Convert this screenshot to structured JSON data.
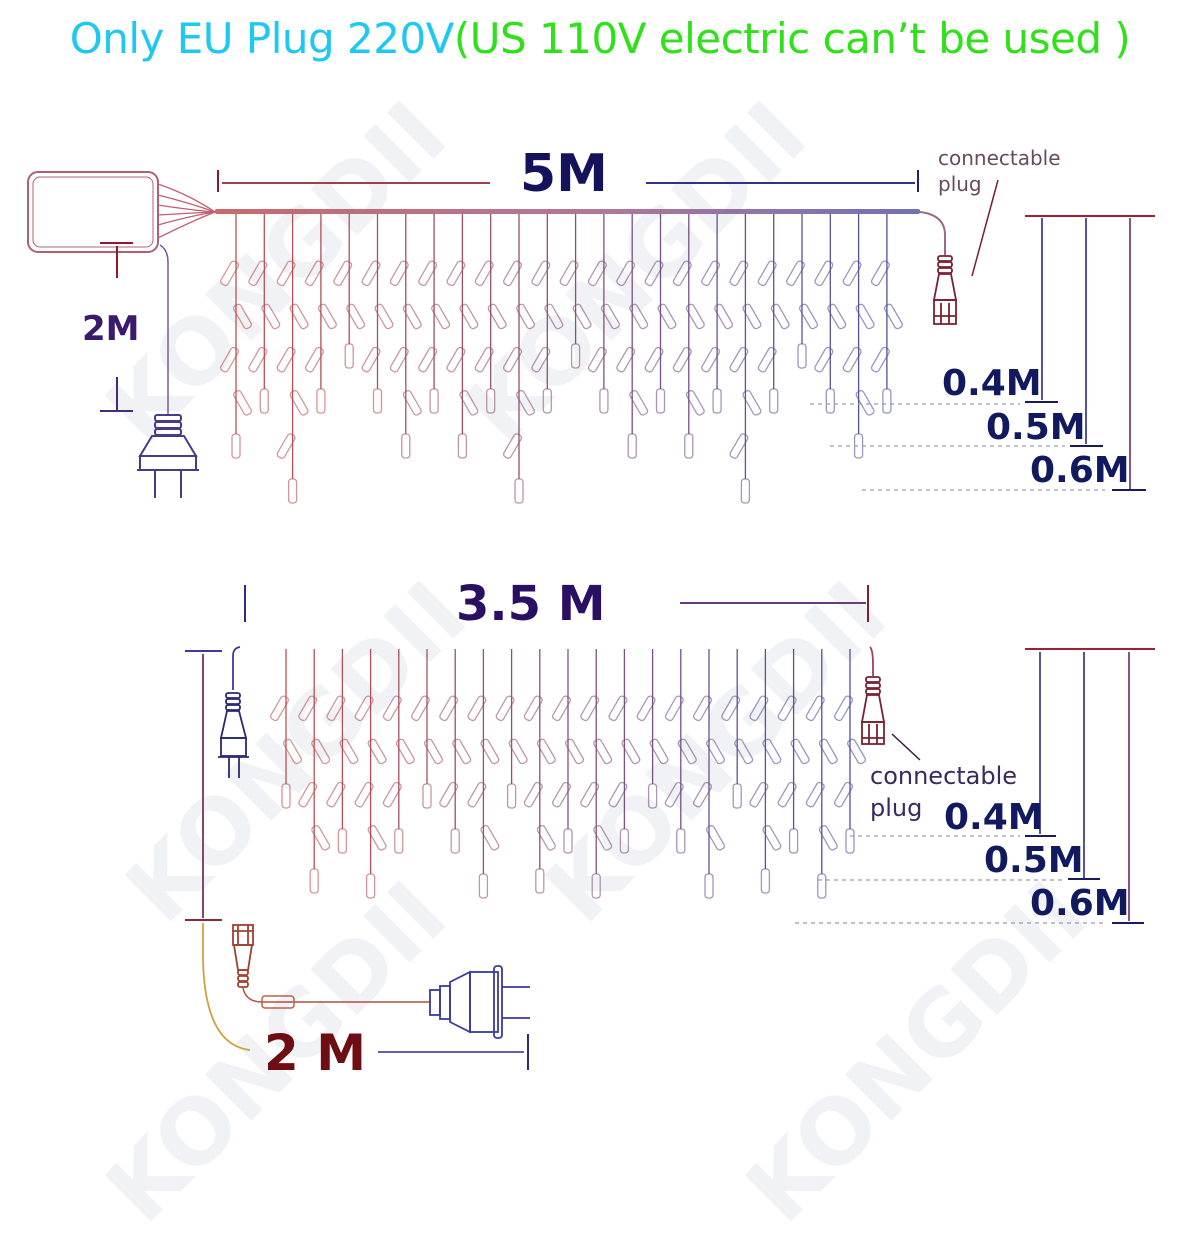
{
  "title": {
    "part1": "Only EU Plug 220V",
    "part2": "(US 110V electric can’t be used )",
    "colors": {
      "part1": "#1ec8f0",
      "part2": "#2fe01a"
    }
  },
  "diagram_top": {
    "width_label": "5M",
    "lead_cable_label": "2M",
    "connector_note": "connectable\nplug",
    "drop_lengths": [
      "0.4M",
      "0.5M",
      "0.6M"
    ],
    "strands": 24
  },
  "diagram_bottom": {
    "width_label": "3.5 M",
    "lead_cable_label": "2 M",
    "connector_note": "connectable\nplug",
    "drop_lengths": [
      "0.4M",
      "0.5M",
      "0.6M"
    ],
    "strands": 21
  },
  "watermark": "KONGDII",
  "colors": {
    "wire_warm": "#c0504d",
    "wire_cool": "#5a5aa8",
    "label_dark": "#111a5e"
  }
}
